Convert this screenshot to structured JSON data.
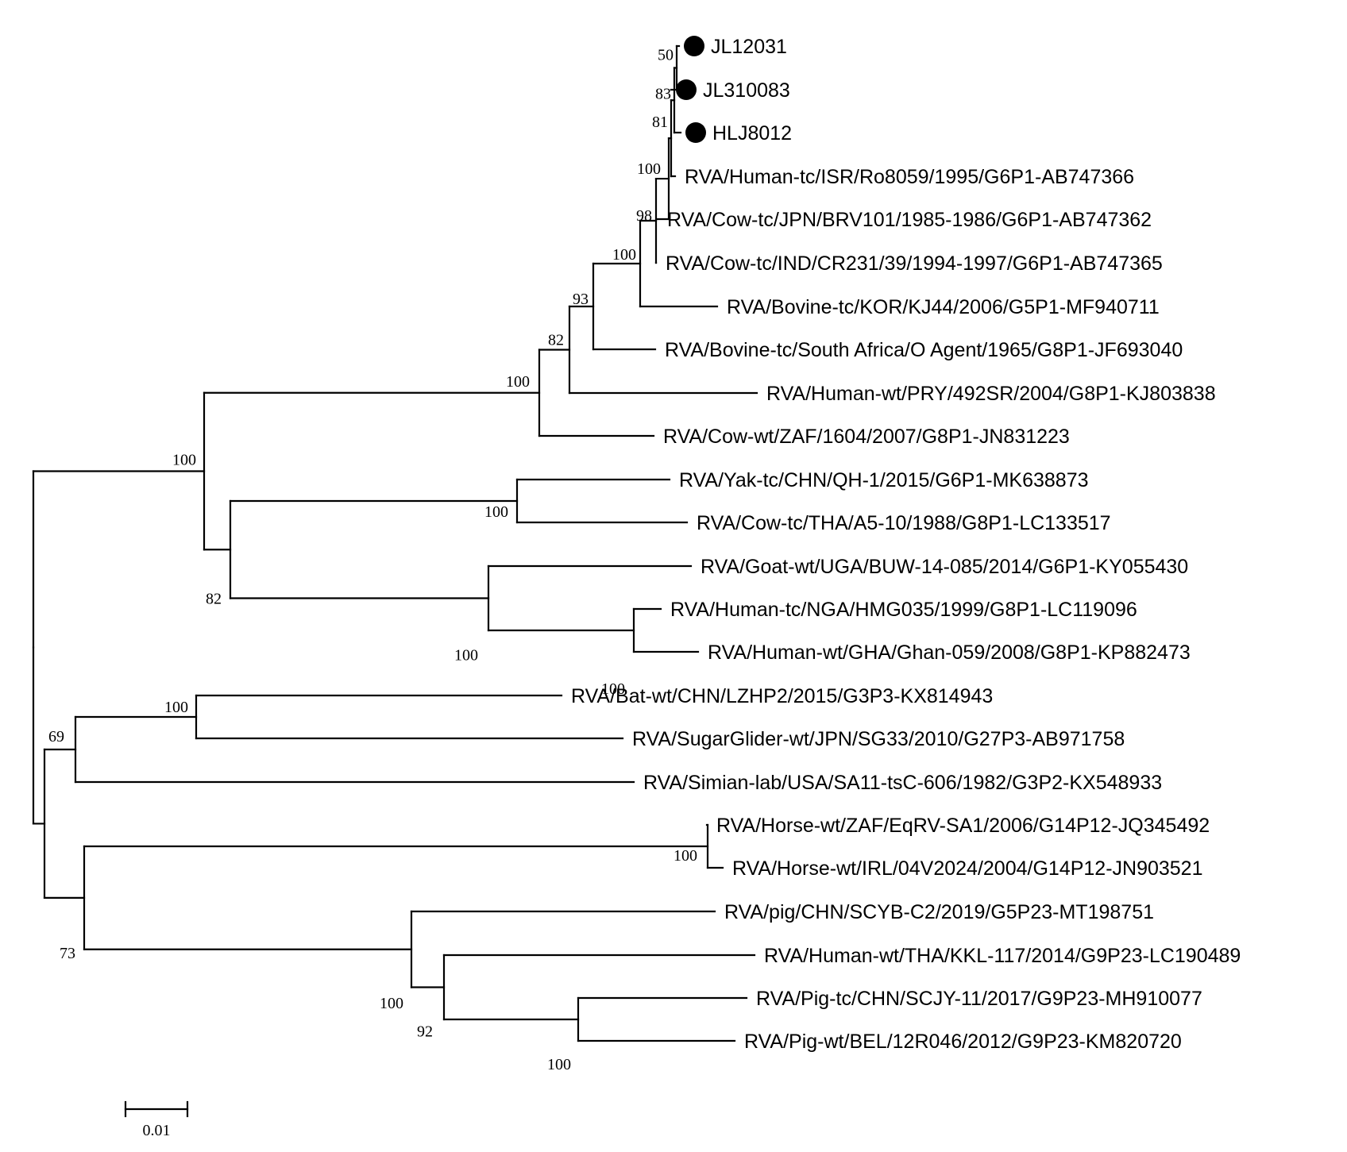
{
  "leaves": [
    {
      "id": "JL12031",
      "label": "JL12031",
      "marked": true
    },
    {
      "id": "JL310083",
      "label": "JL310083",
      "marked": true
    },
    {
      "id": "HLJ8012",
      "label": "HLJ8012",
      "marked": true
    },
    {
      "id": "ISR",
      "label": "RVA/Human-tc/ISR/Ro8059/1995/G6P1-AB747366"
    },
    {
      "id": "JPN101",
      "label": "RVA/Cow-tc/JPN/BRV101/1985-1986/G6P1-AB747362"
    },
    {
      "id": "IND",
      "label": "RVA/Cow-tc/IND/CR231/39/1994-1997/G6P1-AB747365"
    },
    {
      "id": "KOR",
      "label": "RVA/Bovine-tc/KOR/KJ44/2006/G5P1-MF940711"
    },
    {
      "id": "OAgent",
      "label": "RVA/Bovine-tc/South Africa/O Agent/1965/G8P1-JF693040"
    },
    {
      "id": "PRY",
      "label": "RVA/Human-wt/PRY/492SR/2004/G8P1-KJ803838"
    },
    {
      "id": "ZAF1604",
      "label": "RVA/Cow-wt/ZAF/1604/2007/G8P1-JN831223"
    },
    {
      "id": "Yak",
      "label": "RVA/Yak-tc/CHN/QH-1/2015/G6P1-MK638873"
    },
    {
      "id": "THA_A5",
      "label": "RVA/Cow-tc/THA/A5-10/1988/G8P1-LC133517"
    },
    {
      "id": "Goat",
      "label": "RVA/Goat-wt/UGA/BUW-14-085/2014/G6P1-KY055430"
    },
    {
      "id": "NGA",
      "label": "RVA/Human-tc/NGA/HMG035/1999/G8P1-LC119096"
    },
    {
      "id": "GHA",
      "label": "RVA/Human-wt/GHA/Ghan-059/2008/G8P1-KP882473"
    },
    {
      "id": "Bat",
      "label": "RVA/Bat-wt/CHN/LZHP2/2015/G3P3-KX814943"
    },
    {
      "id": "Glider",
      "label": "RVA/SugarGlider-wt/JPN/SG33/2010/G27P3-AB971758"
    },
    {
      "id": "SA11",
      "label": "RVA/Simian-lab/USA/SA11-tsC-606/1982/G3P2-KX548933"
    },
    {
      "id": "HorseZAF",
      "label": "RVA/Horse-wt/ZAF/EqRV-SA1/2006/G14P12-JQ345492"
    },
    {
      "id": "HorseIRL",
      "label": "RVA/Horse-wt/IRL/04V2024/2004/G14P12-JN903521"
    },
    {
      "id": "pigSCYB",
      "label": "RVA/pig/CHN/SCYB-C2/2019/G5P23-MT198751"
    },
    {
      "id": "HumanTHA",
      "label": "RVA/Human-wt/THA/KKL-117/2014/G9P23-LC190489"
    },
    {
      "id": "PigSCJY",
      "label": "RVA/Pig-tc/CHN/SCJY-11/2017/G9P23-MH910077"
    },
    {
      "id": "PigBEL",
      "label": "RVA/Pig-wt/BEL/12R046/2012/G9P23-KM820720"
    }
  ],
  "support_values": {
    "n50": "50",
    "n83": "83",
    "n81": "81",
    "n100a": "100",
    "n98": "98",
    "n100b": "100",
    "n93": "93",
    "n82a": "82",
    "n100c": "100",
    "n100d": "100",
    "n82b": "82",
    "n100yak": "100",
    "n100goat": "100",
    "n100nga": "100",
    "n69": "69",
    "n100bat": "100",
    "n73": "73",
    "n100horse": "100",
    "n100pig": "100",
    "n92": "92",
    "n100pigsc": "100"
  },
  "scale_bar": {
    "label": "0.01"
  }
}
